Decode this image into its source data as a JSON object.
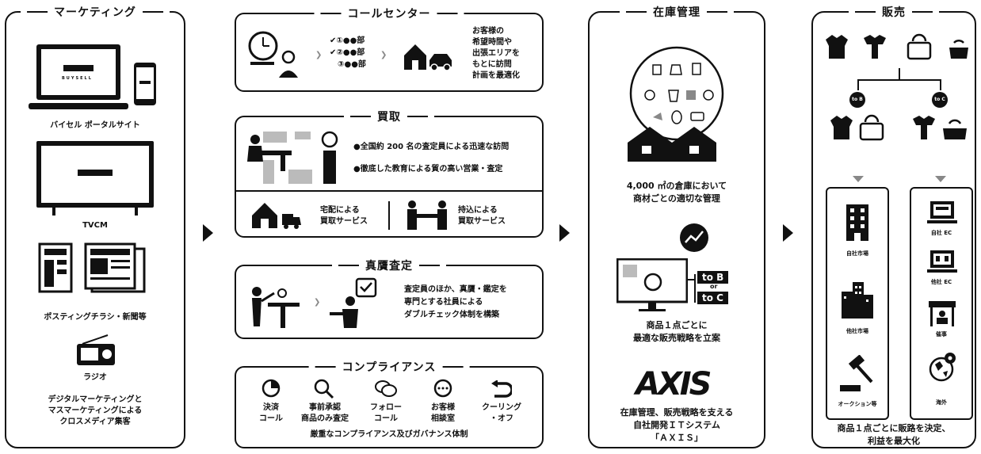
{
  "marketing": {
    "title": "マーケティング",
    "portal_label": "バイセル ポータルサイト",
    "logo_text": "BUYSELL",
    "tvcm_label": "TVCM",
    "posting_label": "ポスティングチラシ・新聞等",
    "radio_label": "ラジオ",
    "summary": [
      "デジタルマーケティングと",
      "マスマーケティングによる",
      "クロスメディア集客"
    ]
  },
  "callcenter": {
    "title": "コールセンター",
    "steps": [
      "✔①●●部",
      "✔②●●部",
      "③●●部"
    ],
    "desc": [
      "お客様の",
      "希望時間や",
      "出張エリアを",
      "もとに訪問",
      "計画を最適化"
    ]
  },
  "kaitori": {
    "title": "買取",
    "points": [
      "●全国約 200 名の査定員による迅速な訪問",
      "●徹底した教育による質の高い営業・査定"
    ],
    "takuhai": [
      "宅配による",
      "買取サービス"
    ],
    "mochikomi": [
      "持込による",
      "買取サービス"
    ]
  },
  "shingan": {
    "title": "真贋査定",
    "desc": [
      "査定員のほか、真贋・鑑定を",
      "専門とする社員による",
      "ダブルチェック体制を構築"
    ]
  },
  "compliance": {
    "title": "コンプライアンス",
    "items": [
      {
        "icon": "clock-icon",
        "label": [
          "決済",
          "コール"
        ]
      },
      {
        "icon": "magnifier-icon",
        "label": [
          "事前承認",
          "商品のみ査定"
        ]
      },
      {
        "icon": "chat-bubbles-icon",
        "label": [
          "フォロー",
          "コール"
        ]
      },
      {
        "icon": "speech-bubble-icon",
        "label": [
          "お客様",
          "相談室"
        ]
      },
      {
        "icon": "return-arrow-icon",
        "label": [
          "クーリング",
          "・オフ"
        ]
      }
    ],
    "footer": "厳重なコンプライアンス及びガバナンス体制"
  },
  "inventory": {
    "title": "在庫管理",
    "warehouse_desc": [
      "4,000 ㎡の倉庫において",
      "商材ごとの適切な管理"
    ],
    "to_b": "to B",
    "or": "or",
    "to_c": "to C",
    "strategy_desc": [
      "商品１点ごとに",
      "最適な販売戦略を立案"
    ],
    "axis_logo": "AXIS",
    "axis_desc": [
      "在庫管理、販売戦略を支える",
      "自社開発ＩＴシステム",
      "「ＡＸＩＳ」"
    ]
  },
  "sales": {
    "title": "販売",
    "badge_b": "to B",
    "badge_c": "to C",
    "b_channels": [
      "自社市場",
      "他社市場",
      "オークション等"
    ],
    "c_channels": [
      "自社 EC",
      "他社 EC",
      "催事",
      "海外"
    ],
    "summary": [
      "商品１点ごとに販路を決定、",
      "利益を最大化"
    ]
  },
  "colors": {
    "ink": "#111111",
    "gray": "#888888",
    "background": "#ffffff"
  }
}
